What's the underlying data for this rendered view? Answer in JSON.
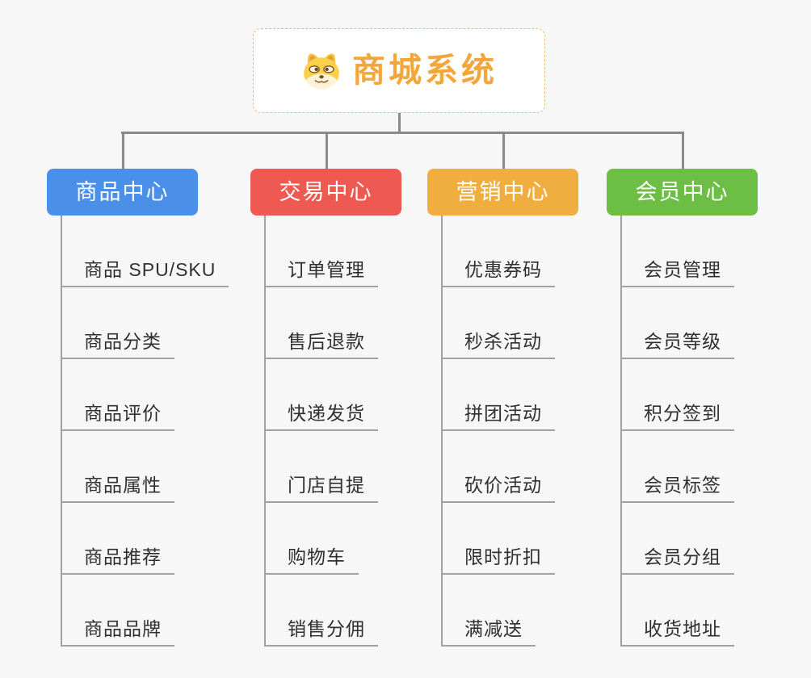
{
  "root": {
    "title": "商城系统",
    "icon": "doge-icon"
  },
  "branches": [
    {
      "id": "product-center",
      "label": "商品中心",
      "color": "#4a90e8",
      "children": [
        "商品 SPU/SKU",
        "商品分类",
        "商品评价",
        "商品属性",
        "商品推荐",
        "商品品牌"
      ]
    },
    {
      "id": "trade-center",
      "label": "交易中心",
      "color": "#ee5a52",
      "children": [
        "订单管理",
        "售后退款",
        "快递发货",
        "门店自提",
        "购物车",
        "销售分佣"
      ]
    },
    {
      "id": "marketing-center",
      "label": "营销中心",
      "color": "#efae3f",
      "children": [
        "优惠券码",
        "秒杀活动",
        "拼团活动",
        "砍价活动",
        "限时折扣",
        "满减送"
      ]
    },
    {
      "id": "member-center",
      "label": "会员中心",
      "color": "#6dbe45",
      "children": [
        "会员管理",
        "会员等级",
        "积分签到",
        "会员标签",
        "会员分组",
        "收货地址"
      ]
    }
  ],
  "colors": {
    "background": "#f7f7f7",
    "root_border": "#f0bd6e",
    "root_title": "#f3a73a",
    "connector": "#8a8a8a",
    "child_line": "#a1a1a1",
    "child_text": "#303030",
    "header_text": "#ffffff"
  }
}
